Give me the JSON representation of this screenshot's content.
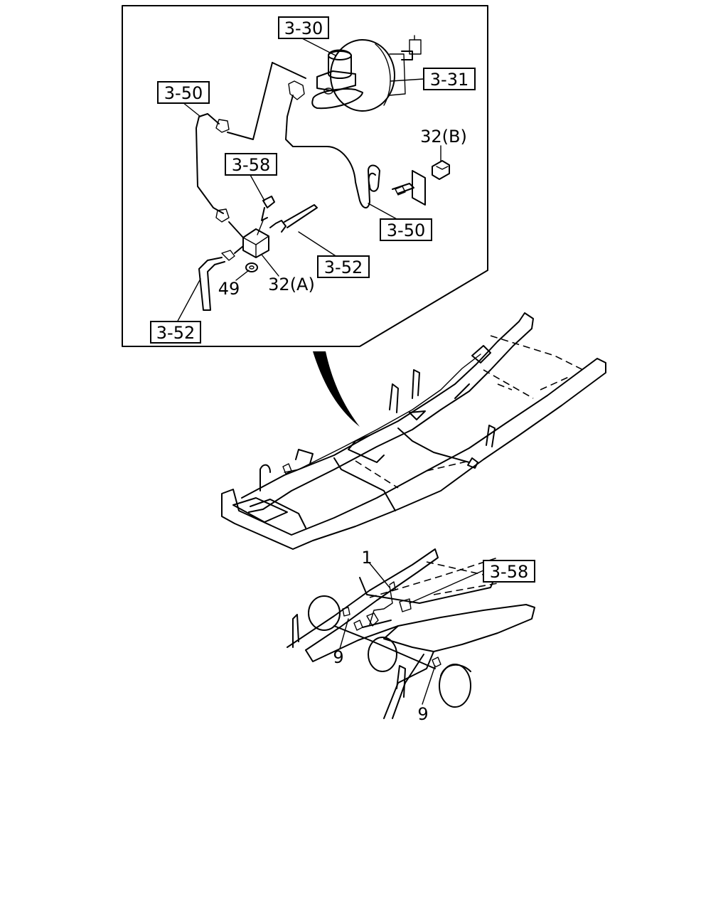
{
  "labels": {
    "master_cylinder": "3-30",
    "brake_booster": "3-31",
    "pipe_left_upper": "3-50",
    "pipe_right_lower": "3-50",
    "bolt_top": "3-58",
    "pipe_right_mid": "3-52",
    "pipe_left_lower": "3-52",
    "bolt_rear_axle": "3-58",
    "part_32b": "32(B)",
    "part_32a": "32(A)",
    "part_49": "49",
    "part_1": "1",
    "part_9_left": "9",
    "part_9_right": "9"
  }
}
